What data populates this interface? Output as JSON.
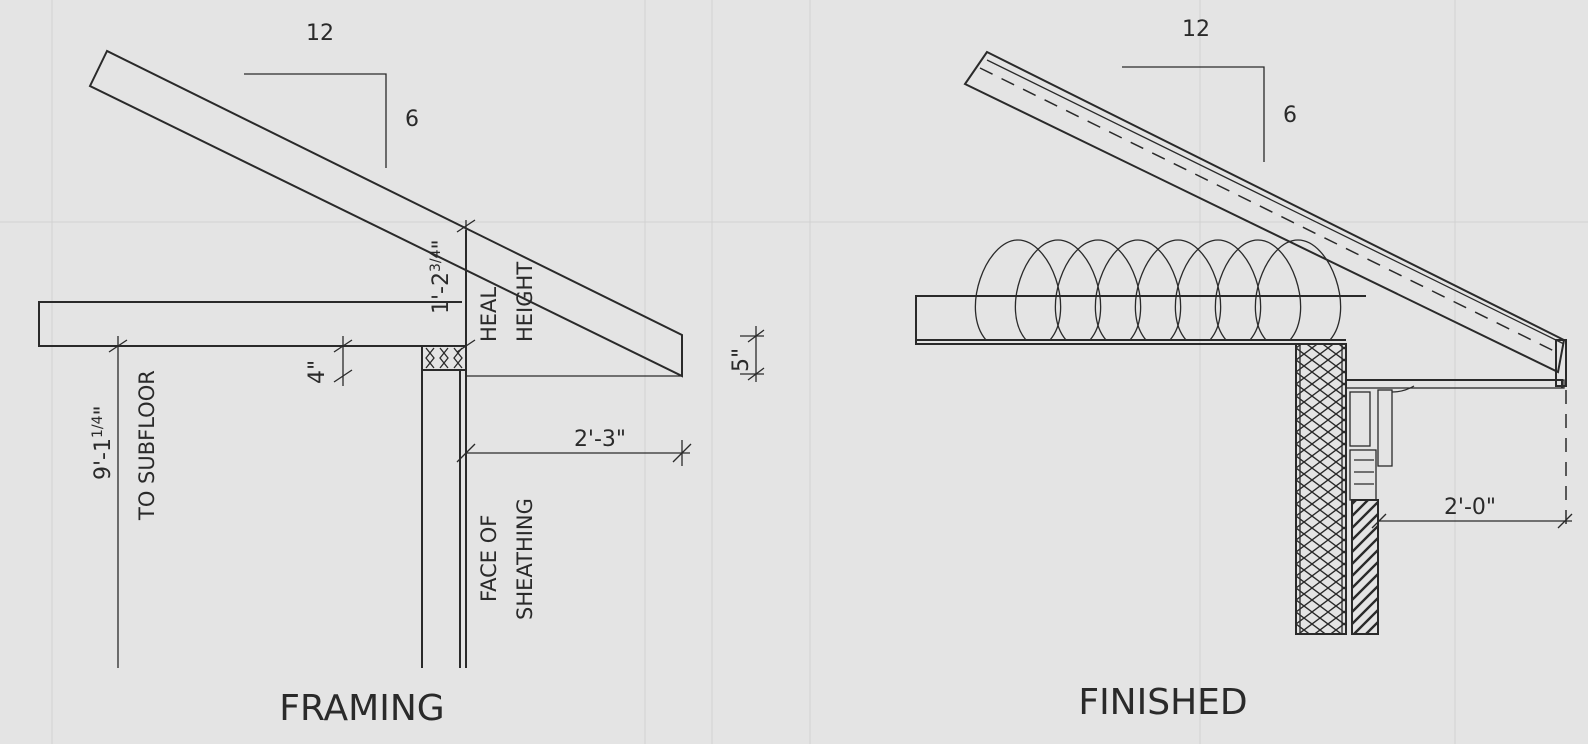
{
  "framing": {
    "title": "FRAMING",
    "pitch_run": "12",
    "pitch_rise": "6",
    "heel_height_dim": "1'-2",
    "heel_height_frac": "3/4",
    "heel_height_frac_tick": "\"",
    "heel_height_label_1": "HEAL",
    "heel_height_label_2": "HEIGHT",
    "plate_dim": "4\"",
    "overhang_dim": "2'-3\"",
    "fascia_dim": "5\"",
    "wall_height_dim": "9'-1",
    "wall_height_frac": "1/4",
    "wall_height_frac_tick": "\"",
    "wall_height_label": "TO SUBFLOOR",
    "sheathing_label_1": "FACE OF",
    "sheathing_label_2": "SHEATHING"
  },
  "finished": {
    "title": "FINISHED",
    "pitch_run": "12",
    "pitch_rise": "6",
    "overhang_dim": "2'-0\""
  }
}
